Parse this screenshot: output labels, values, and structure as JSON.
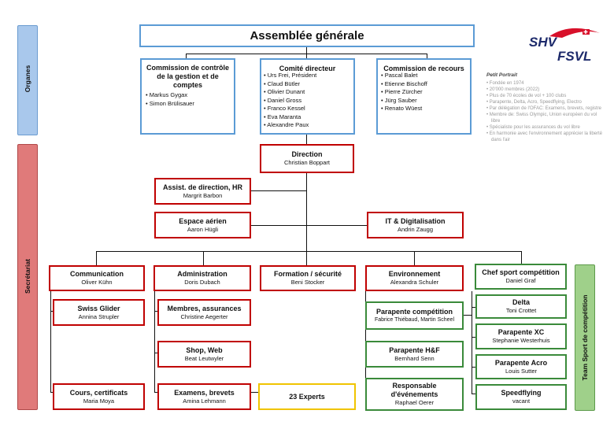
{
  "assembly": "Assemblée générale",
  "logo": {
    "line1": "SHV",
    "line2": "FSVL"
  },
  "side": {
    "organs": "Organes",
    "secretariat": "Secrétariat",
    "team": "Team Sport de compétition"
  },
  "commission_control": {
    "title": "Commission de contrôle de la gestion et de comptes",
    "members": [
      "Markus Gygax",
      "Simon Brülisauer"
    ]
  },
  "comite": {
    "title": "Comité directeur",
    "members": [
      "Urs Frei, Président",
      "Claud Bütler",
      "Olivier Dunant",
      "Daniel Gross",
      "Franco Kessel",
      "Eva Maranta",
      "Alexandre Paux"
    ]
  },
  "commission_recours": {
    "title": "Commission de recours",
    "members": [
      "Pascal Balet",
      "Etienne Bischoff",
      "Pierre Zürcher",
      "Jürg Sauber",
      "Renato Wüest"
    ]
  },
  "portrait": {
    "title": "Petit Portrait",
    "items": [
      "Fondée en 1974",
      "20'000 membres (2022)",
      "Plus de 70 écoles de vol + 100 clubs",
      "Parapente, Delta, Acro, Speedflying, Electro",
      "Par délégation de l'OFAC: Examens, brevets, registre",
      "Membre de: Swiss Olympic, Union européen du vol libre",
      "Spécialiste pour les assurances du vol libre",
      "En harmonie avec l'environnement apprécier la liberté dans l'air"
    ]
  },
  "direction": {
    "title": "Direction",
    "name": "Christian Boppart"
  },
  "assist": {
    "title": "Assist. de direction, HR",
    "name": "Margrit Barbon"
  },
  "espace": {
    "title": "Espace aérien",
    "name": "Aaron Hügli"
  },
  "it": {
    "title": "IT & Digitalisation",
    "name": "Andrin Zaugg"
  },
  "communication": {
    "title": "Communication",
    "name": "Oliver Kühn"
  },
  "swissglider": {
    "title": "Swiss Glider",
    "name": "Annina Strupler"
  },
  "cours": {
    "title": "Cours, certificats",
    "name": "Maria Moya"
  },
  "administration": {
    "title": "Administration",
    "name": "Doris Dubach"
  },
  "membres": {
    "title": "Membres, assurances",
    "name": "Christine Aegerter"
  },
  "shop": {
    "title": "Shop, Web",
    "name": "Beat Leutwyler"
  },
  "examens": {
    "title": "Examens, brevets",
    "name": "Amina Lehmann"
  },
  "formation": {
    "title": "Formation / sécurité",
    "name": "Beni Stocker"
  },
  "experts": {
    "title": "23 Experts"
  },
  "environnement": {
    "title": "Environnement",
    "name": "Alexandra Schuler"
  },
  "parapente_comp": {
    "title": "Parapente compétition",
    "name": "Fabrice Thiébaud, Martin Scheel"
  },
  "parapente_hf": {
    "title": "Parapente H&F",
    "name": "Bernhard Senn"
  },
  "responsable": {
    "title": "Responsable d'événements",
    "name": "Raphael Oerer"
  },
  "chef_sport": {
    "title": "Chef sport compétition",
    "name": "Daniel Graf"
  },
  "delta": {
    "title": "Delta",
    "name": "Toni Crottet"
  },
  "parapente_xc": {
    "title": "Parapente XC",
    "name": "Stephanie Westerhuis"
  },
  "parapente_acro": {
    "title": "Parapente Acro",
    "name": "Louis Sutter"
  },
  "speedflying": {
    "title": "Speedflying",
    "name": "vacant"
  },
  "colors": {
    "blue": "#5b9bd5",
    "red": "#c00000",
    "green": "#3a8a3a",
    "yellow": "#f0c400",
    "organs_fill": "#a9c8ec",
    "secretariat_fill": "#e07a7a",
    "team_fill": "#9fd08a"
  }
}
